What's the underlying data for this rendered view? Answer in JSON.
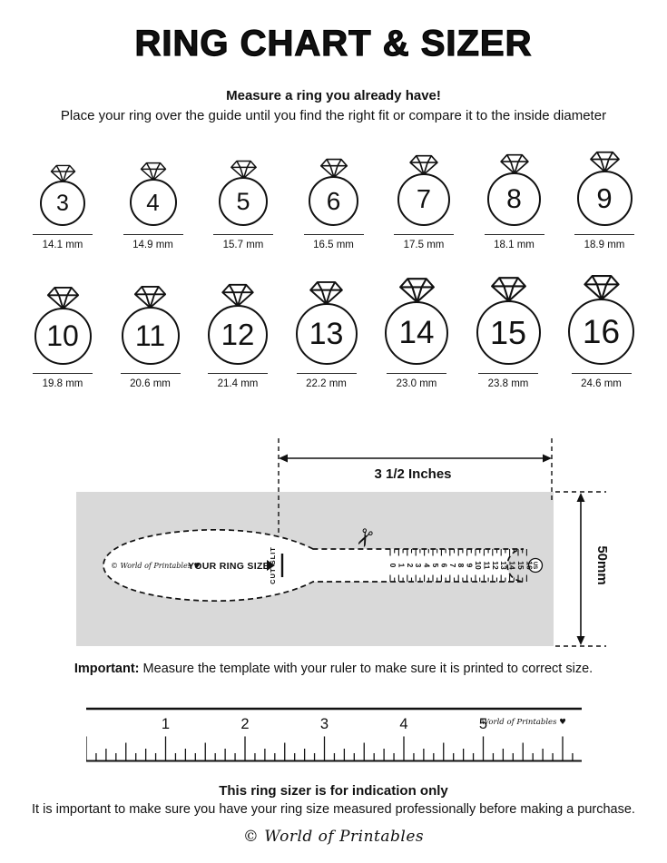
{
  "page": {
    "title": "RING CHART & SIZER",
    "intro_heading": "Measure a ring you already have!",
    "intro_text": "Place your ring over the guide until you find the right fit or compare it to the inside diameter"
  },
  "ring_chart": {
    "rows": [
      [
        {
          "size": "3",
          "diameter": "14.1 mm"
        },
        {
          "size": "4",
          "diameter": "14.9 mm"
        },
        {
          "size": "5",
          "diameter": "15.7 mm"
        },
        {
          "size": "6",
          "diameter": "16.5 mm"
        },
        {
          "size": "7",
          "diameter": "17.5 mm"
        },
        {
          "size": "8",
          "diameter": "18.1 mm"
        },
        {
          "size": "9",
          "diameter": "18.9 mm"
        }
      ],
      [
        {
          "size": "10",
          "diameter": "19.8 mm"
        },
        {
          "size": "11",
          "diameter": "20.6 mm"
        },
        {
          "size": "12",
          "diameter": "21.4 mm"
        },
        {
          "size": "13",
          "diameter": "22.2 mm"
        },
        {
          "size": "14",
          "diameter": "23.0 mm"
        },
        {
          "size": "15",
          "diameter": "23.8 mm"
        },
        {
          "size": "16",
          "diameter": "24.6 mm"
        }
      ]
    ]
  },
  "sizer": {
    "width_label": "3 1/2 Inches",
    "height_label": "50mm",
    "brand": "© World of Printables ♥",
    "ring_size_label": "YOUR RING SIZE",
    "cut_slit_label": "CUT SLIT",
    "us_label": "US",
    "scale": {
      "min": 0,
      "max": 16
    },
    "background_color": "#d9d9d9"
  },
  "important": {
    "label": "Important:",
    "text": "Measure the template with your ruler to make sure it is printed to correct size."
  },
  "ruler": {
    "numbers": [
      1,
      2,
      3,
      4,
      5
    ],
    "brand": "World of Printables ♥"
  },
  "footer": {
    "heading": "This ring sizer is for indication only",
    "text": "It is important to make sure you have your ring size measured professionally before making a purchase.",
    "brand": "© World of Printables"
  }
}
